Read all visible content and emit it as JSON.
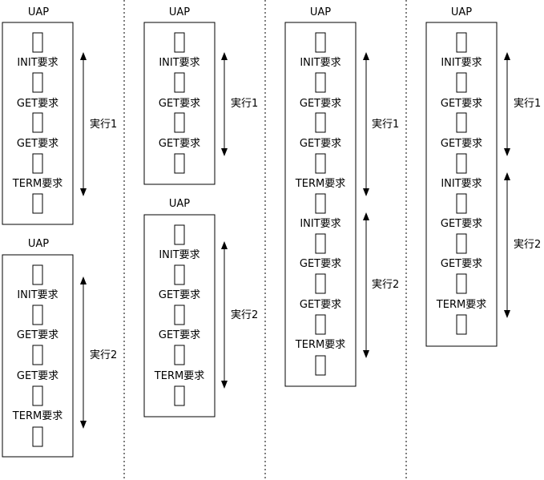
{
  "diagram": {
    "uap_label": "UAP",
    "exec1_label": "実行1",
    "exec2_label": "実行2",
    "req": {
      "init": "INIT要求",
      "get": "GET要求",
      "term": "TERM要求"
    }
  }
}
